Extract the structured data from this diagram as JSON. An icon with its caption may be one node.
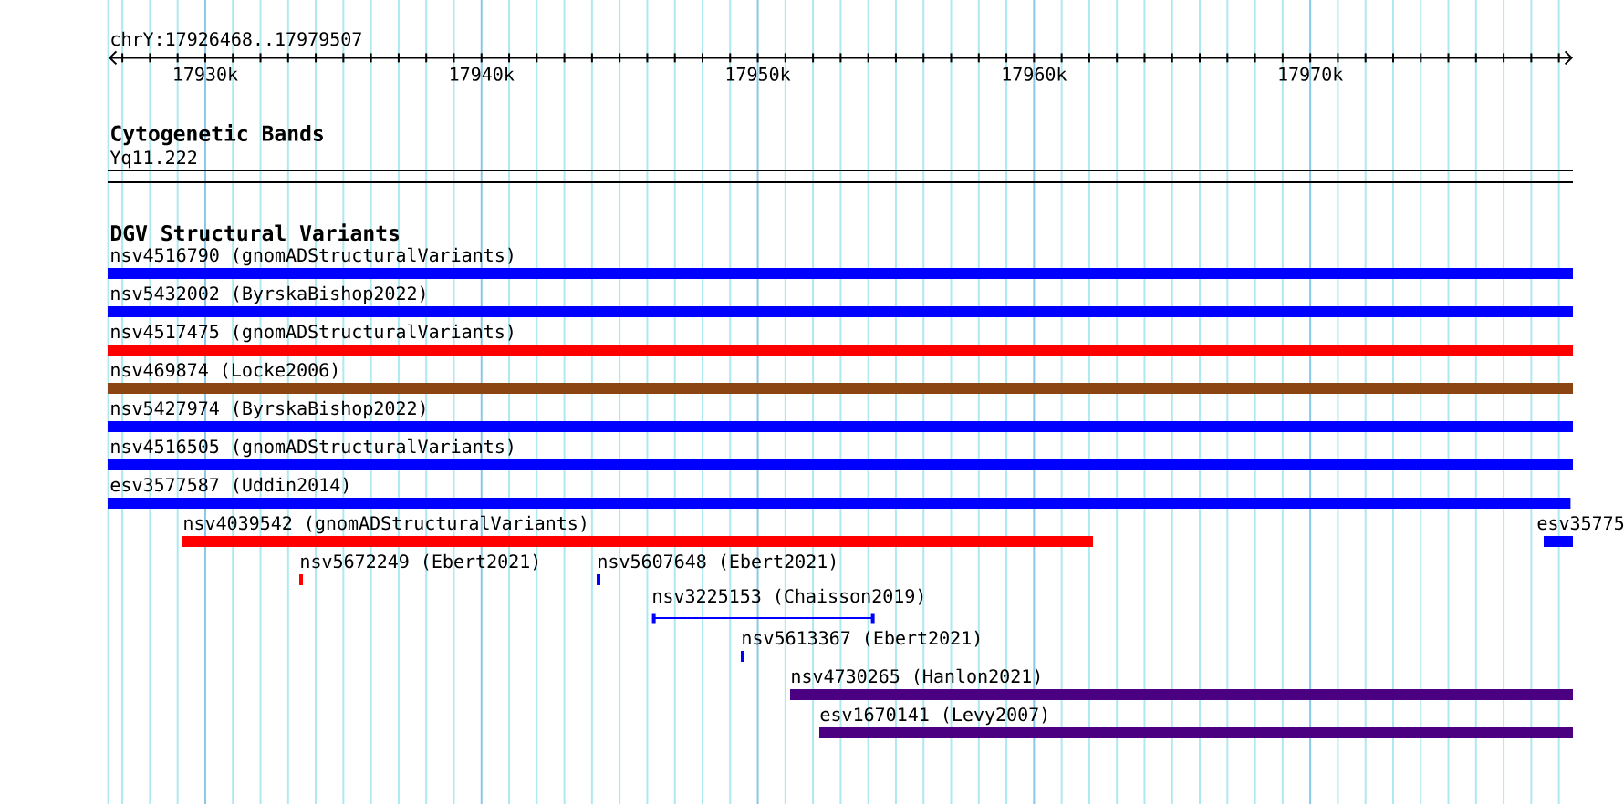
{
  "diagram": {
    "nodes": [
      {
        "text": [
          "Yq11.222"
        ]
      },
      {
        "text": [
          "nsv4516790 (gnomADStructuralVariants)"
        ]
      },
      {
        "text": [
          "nsv5432002 (ByrskaBishop2022)"
        ]
      },
      {
        "text": [
          "nsv4517475 (gnomADStructuralVariants)"
        ]
      },
      {
        "text": [
          "nsv469874 (Locke2006)"
        ]
      },
      {
        "text": [
          "nsv5427974 (ByrskaBishop2022)"
        ]
      },
      {
        "text": [
          "nsv4516505 (gnomADStructuralVariants)"
        ]
      },
      {
        "text": [
          "esv3577587 (Uddin2014)"
        ]
      },
      {
        "text": [
          "nsv4039542 (gnomADStructuralVariants)"
        ]
      },
      {
        "text": [
          "esv35775"
        ]
      },
      {
        "text": [
          "nsv5672249 (Ebert2021)"
        ]
      },
      {
        "text": [
          "nsv5607648 (Ebert2021)"
        ]
      },
      {
        "text": [
          "nsv3225153 (Chaisson2019)"
        ]
      },
      {
        "text": [
          "nsv5613367 (Ebert2021)"
        ]
      },
      {
        "text": [
          "nsv4730265 (Hanlon2021)"
        ]
      },
      {
        "text": [
          "esv1670141 (Levy2007)"
        ]
      }
    ],
    "labels": [
      "chrY:17926468..17979507",
      "17930k",
      "17940k",
      "17950k",
      "17960k",
      "17970k",
      "Cytogenetic Bands",
      "DGV Structural Variants"
    ]
  }
}
